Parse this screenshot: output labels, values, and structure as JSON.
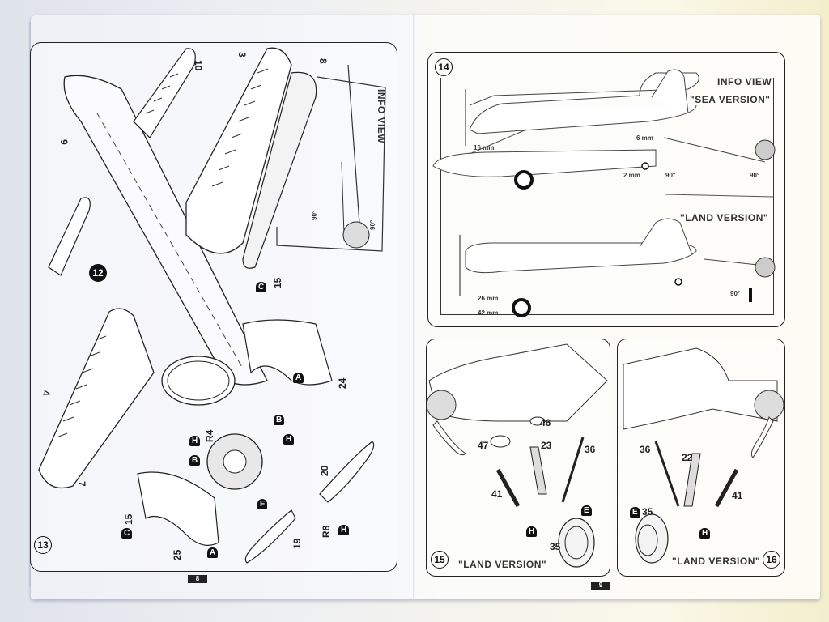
{
  "document": {
    "type": "model kit assembly instructions",
    "left_page": {
      "page_number": "8",
      "step": {
        "number": "13",
        "sub_step": "12",
        "info_view_label": "INFO VIEW",
        "angle_labels": [
          "90°",
          "90°"
        ],
        "part_numbers": [
          "10",
          "3",
          "8",
          "9",
          "4",
          "7",
          "25",
          "15",
          "15",
          "24",
          "R4",
          "20",
          "19",
          "R8"
        ],
        "color_markers": [
          "C",
          "A",
          "H",
          "B",
          "B",
          "H",
          "F",
          "A",
          "C",
          "H"
        ]
      }
    },
    "right_page": {
      "page_number": "9",
      "step_14": {
        "number": "14",
        "info_view_label": "INFO VIEW",
        "sea_version_label": "\"SEA VERSION\"",
        "land_version_label": "\"LAND VERSION\"",
        "sea_dimensions": [
          "16 mm",
          "6 mm",
          "2 mm"
        ],
        "land_dimensions": [
          "26 mm",
          "42 mm"
        ],
        "angle_labels": [
          "90°",
          "90°",
          "90°"
        ]
      },
      "step_15": {
        "number": "15",
        "label": "\"LAND VERSION\"",
        "part_numbers": [
          "46",
          "47",
          "23",
          "36",
          "41",
          "35"
        ],
        "color_markers": [
          "E",
          "H"
        ]
      },
      "step_16": {
        "number": "16",
        "label": "\"LAND VERSION\"",
        "part_numbers": [
          "36",
          "22",
          "41",
          "35"
        ],
        "color_markers": [
          "E",
          "H"
        ]
      }
    }
  }
}
